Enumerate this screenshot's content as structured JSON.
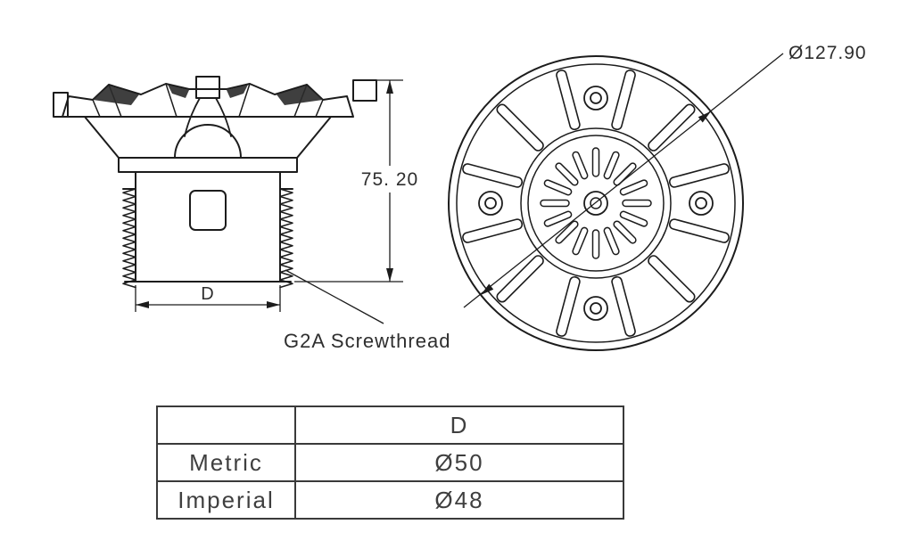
{
  "colors": {
    "line": "#1c1c1c",
    "background": "#ffffff"
  },
  "side_view": {
    "height_label": "75. 20",
    "width_label": "D",
    "thread_label": "G2A Screwthread"
  },
  "top_view": {
    "diameter_label": "Ø127.90"
  },
  "table": {
    "header_d": "D",
    "rows": [
      {
        "label": "Metric",
        "value": "Ø50"
      },
      {
        "label": "Imperial",
        "value": "Ø48"
      }
    ]
  }
}
